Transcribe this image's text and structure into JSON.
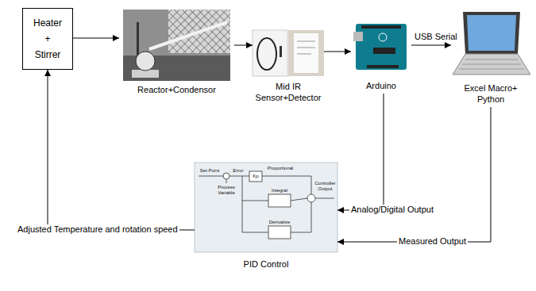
{
  "diagram": {
    "nodes": [
      {
        "text": [
          "Heater + Stirrer"
        ]
      },
      {
        "text": [
          "Reactor+Condensor"
        ]
      },
      {
        "text": [
          "Mid IR Sensor+Detector"
        ]
      },
      {
        "text": [
          "Arduino"
        ]
      },
      {
        "text": [
          "Excel Macro+ Python"
        ]
      },
      {
        "text": [
          "PID Control"
        ]
      }
    ],
    "edges": [
      {
        "from": 0,
        "to": 1,
        "arrow": "to"
      },
      {
        "from": 1,
        "to": 2,
        "arrow": "to"
      },
      {
        "from": 2,
        "to": 3,
        "arrow": "to"
      },
      {
        "from": 3,
        "to": 4,
        "label": "USB Serial",
        "arrow": "to"
      },
      {
        "from": 3,
        "to": 5,
        "label": "Analog/Digital Output",
        "arrow": "to"
      },
      {
        "from": 4,
        "to": 5,
        "label": "Measured Output",
        "arrow": "to"
      },
      {
        "from": 5,
        "to": 0,
        "label": "Adjusted Temperature and rotation speed",
        "arrow": "to"
      }
    ],
    "labels": [
      "Set Point",
      "Error",
      "Kp",
      "Proportional",
      "Controller Output",
      "Process Variable",
      "Integral",
      "Derivative"
    ]
  }
}
